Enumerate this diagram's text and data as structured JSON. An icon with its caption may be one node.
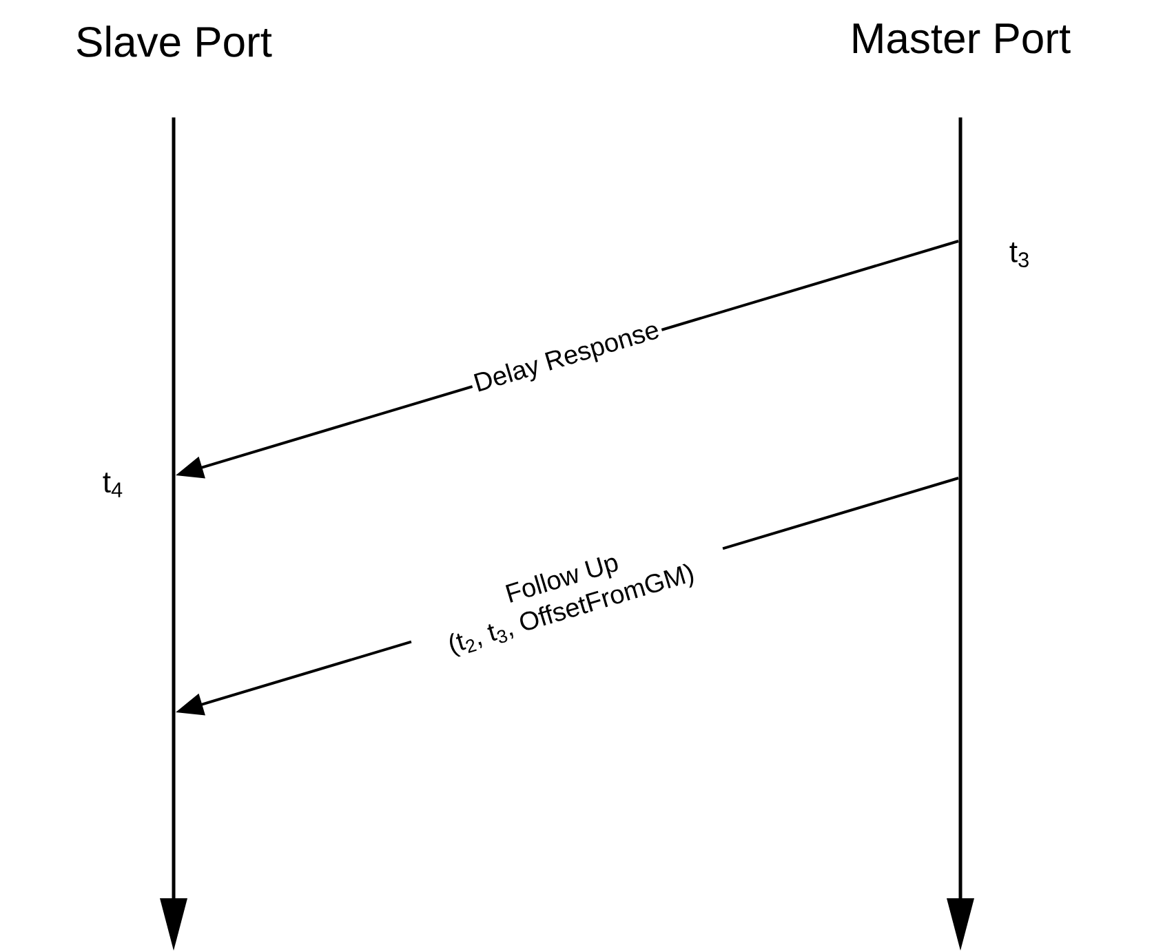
{
  "diagram": {
    "nodes": [
      {
        "text": [
          "Slave Port"
        ]
      },
      {
        "text": [
          "Master Port"
        ]
      },
      {
        "text": [],
        "shape": "line"
      },
      {
        "text": [],
        "shape": "line"
      }
    ],
    "edges": [
      {
        "from": 3,
        "to": 2,
        "arrow": "to",
        "label": "Delay Response"
      },
      {
        "from": 3,
        "to": 2,
        "arrow": "to",
        "label": "Follow Up (t$_{2}$, t$_{3}$, OffsetFromGM)"
      }
    ],
    "labels": [
      "t$_{3}$",
      "t$_{4}$"
    ]
  }
}
